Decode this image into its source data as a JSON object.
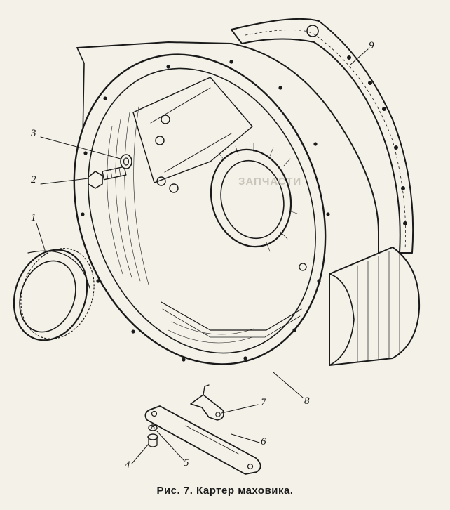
{
  "callouts": {
    "c1": "1",
    "c2": "2",
    "c3": "3",
    "c4": "4",
    "c5": "5",
    "c6": "6",
    "c7": "7",
    "c8": "8",
    "c9": "9"
  },
  "caption": "Рис. 7. Картер маховика.",
  "watermark": "ЗАПЧАСТИ",
  "colors": {
    "ink": "#1a1a1a",
    "paper": "#f4f1e8",
    "watermark": "#c9c5bb"
  }
}
